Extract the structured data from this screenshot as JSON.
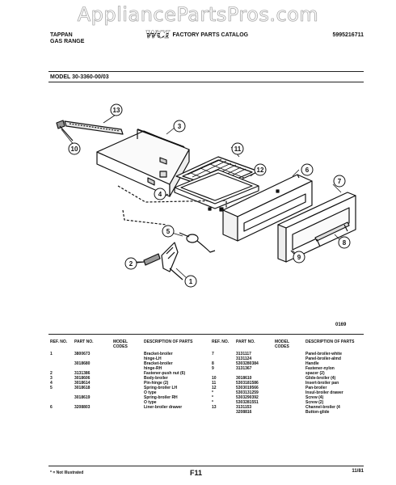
{
  "watermark": "AppliancePartsPros.com",
  "header": {
    "brand": "TAPPAN",
    "product": "GAS RANGE",
    "logo": "WCI",
    "catalog_title": "FACTORY PARTS CATALOG",
    "catalog_number": "5995216711"
  },
  "model": "MODEL 30-3360-00/03",
  "figure_number": "0169",
  "callouts": [
    "1",
    "2",
    "3",
    "4",
    "5",
    "6",
    "7",
    "8",
    "9",
    "10",
    "11",
    "12",
    "13"
  ],
  "table": {
    "headers": {
      "ref": "REF. NO.",
      "part": "PART NO.",
      "model_codes": "MODEL CODES",
      "description": "DESCRIPTION OF PARTS"
    },
    "left_rows": [
      {
        "ref": "1",
        "part": "3800673",
        "codes": "",
        "desc": "Bracket-broiler"
      },
      {
        "ref": "",
        "part": "",
        "codes": "",
        "desc": "hinge-LH"
      },
      {
        "ref": "",
        "part": "3018680",
        "codes": "",
        "desc": "Bracket-broiler"
      },
      {
        "ref": "",
        "part": "",
        "codes": "",
        "desc": "hinge-RH"
      },
      {
        "ref": "2",
        "part": "3131386",
        "codes": "",
        "desc": "Fastener-push nut (6)"
      },
      {
        "ref": "3",
        "part": "3018606",
        "codes": "",
        "desc": "Body-broiler"
      },
      {
        "ref": "4",
        "part": "3018614",
        "codes": "",
        "desc": "Pin-hinge (2)"
      },
      {
        "ref": "5",
        "part": "3018618",
        "codes": "",
        "desc": "Spring-broiler LH"
      },
      {
        "ref": "",
        "part": "",
        "codes": "",
        "desc": "O type"
      },
      {
        "ref": "",
        "part": "3018619",
        "codes": "",
        "desc": "Spring-broiler RH"
      },
      {
        "ref": "",
        "part": "",
        "codes": "",
        "desc": "O type"
      },
      {
        "ref": "6",
        "part": "3208803",
        "codes": "",
        "desc": "Liner-broiler drawer"
      }
    ],
    "right_rows": [
      {
        "ref": "7",
        "part": "3131117",
        "codes": "",
        "desc": "Panel-broiler-white"
      },
      {
        "ref": "",
        "part": "3131124",
        "codes": "",
        "desc": "Panel-broiler-almd"
      },
      {
        "ref": "8",
        "part": "5303280384",
        "codes": "",
        "desc": "Handle"
      },
      {
        "ref": "9",
        "part": "3131367",
        "codes": "",
        "desc": "Fastener-nylon"
      },
      {
        "ref": "",
        "part": "",
        "codes": "",
        "desc": "spacer (2)"
      },
      {
        "ref": "10",
        "part": "3018610",
        "codes": "",
        "desc": "Glide-broiler (4)"
      },
      {
        "ref": "11",
        "part": "5303181586",
        "codes": "",
        "desc": "Insert-broiler pan"
      },
      {
        "ref": "12",
        "part": "5303019566",
        "codes": "",
        "desc": "Pan-broiler"
      },
      {
        "ref": "*",
        "part": "5303131259",
        "codes": "",
        "desc": "Insul-broiler drawer"
      },
      {
        "ref": "*",
        "part": "5303290392",
        "codes": "",
        "desc": "Screw (4)"
      },
      {
        "ref": "*",
        "part": "5303281551",
        "codes": "",
        "desc": "Screw (2)"
      },
      {
        "ref": "13",
        "part": "3131153",
        "codes": "",
        "desc": "Channel-broiler (4"
      },
      {
        "ref": "",
        "part": "3208816",
        "codes": "",
        "desc": "Button-glide"
      }
    ]
  },
  "footer": {
    "note": "* = Not Illustrated",
    "page": "F11",
    "date": "11/81"
  }
}
